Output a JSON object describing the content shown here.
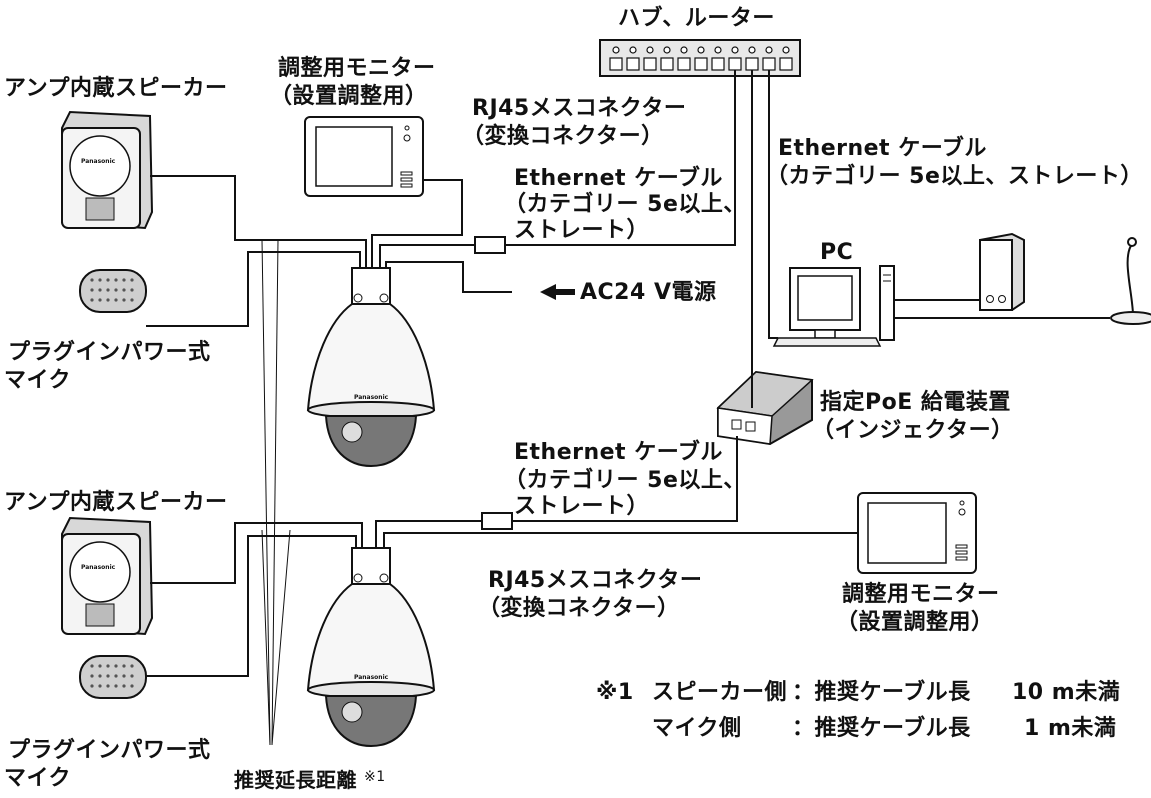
{
  "labels": {
    "hub": "ハブ、ルーター",
    "monitor_top_1": "調整用モニター",
    "monitor_top_2": "（設置調整用）",
    "speaker_top": "アンプ内蔵スピーカー",
    "rj45_top_1": "RJ45メスコネクター",
    "rj45_top_2": "（変換コネクター）",
    "eth_top_1": "Ethernet ケーブル",
    "eth_top_2": "（カテゴリー 5e以上、",
    "eth_top_3": "ストレート）",
    "eth_right_1": "Ethernet ケーブル",
    "eth_right_2": "（カテゴリー 5e以上、ストレート）",
    "pc": "PC",
    "ac": "AC24 V電源",
    "mic_top_1": "プラグインパワー式",
    "mic_top_2": "マイク",
    "poe_1": "指定PoE 給電装置",
    "poe_2": "（インジェクター）",
    "eth_mid_1": "Ethernet ケーブル",
    "eth_mid_2": "（カテゴリー 5e以上、",
    "eth_mid_3": "ストレート）",
    "speaker_bot": "アンプ内蔵スピーカー",
    "rj45_bot_1": "RJ45メスコネクター",
    "rj45_bot_2": "（変換コネクター）",
    "monitor_bot_1": "調整用モニター",
    "monitor_bot_2": "（設置調整用）",
    "mic_bot_1": "プラグインパワー式",
    "mic_bot_2": "マイク",
    "distance": "推奨延長距離",
    "distance_note": "※1"
  },
  "notes": {
    "row1_mark": "※1",
    "row1_side": "スピーカー側",
    "row1_sep": "：推奨ケーブル長",
    "row1_len": "10 m未満",
    "row2_side": "マイク側",
    "row2_sep": "：推奨ケーブル長",
    "row2_len": "1 m未満"
  },
  "brand": "Panasonic"
}
